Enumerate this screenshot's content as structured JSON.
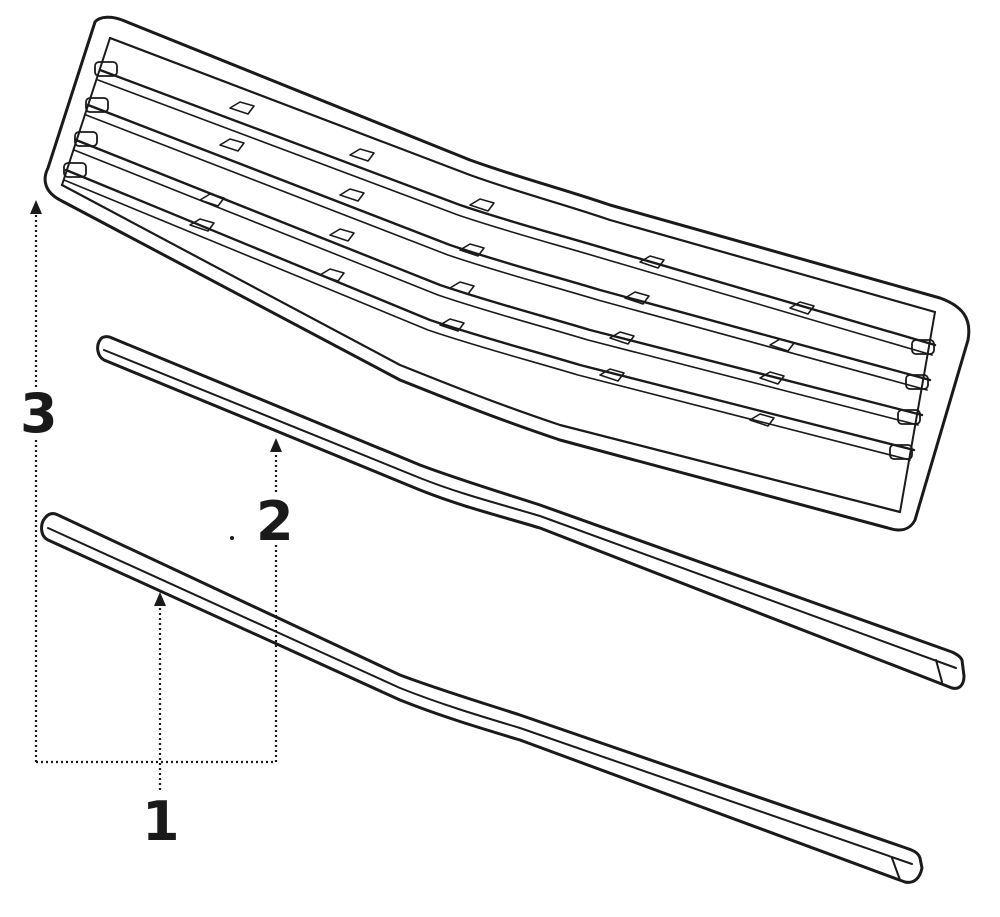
{
  "diagram": {
    "callouts": [
      {
        "id": "1",
        "label": "1"
      },
      {
        "id": "2",
        "label": "2"
      },
      {
        "id": "3",
        "label": "3"
      }
    ],
    "parts": [
      {
        "id": "grille",
        "icon": "grille-assembly-drawing"
      },
      {
        "id": "upper-molding",
        "icon": "molding-strip-drawing"
      },
      {
        "id": "lower-molding",
        "icon": "molding-strip-drawing"
      }
    ],
    "colors": {
      "ink": "#1a1a1a",
      "paper": "#ffffff"
    }
  }
}
